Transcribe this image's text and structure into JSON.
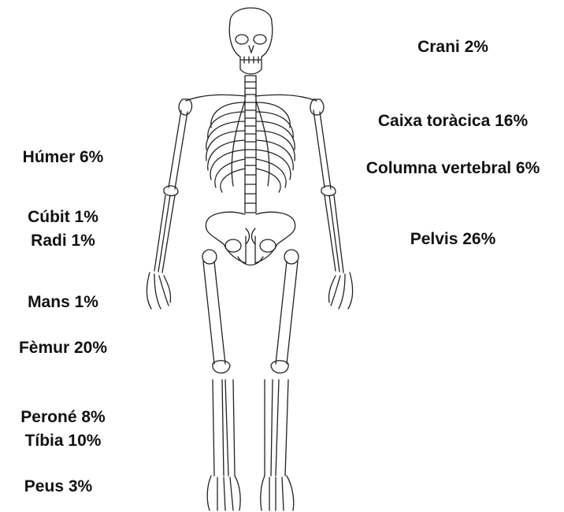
{
  "labels": {
    "crani": "Crani  2%",
    "caixa": "Caixa toràcica  16%",
    "columna": "Columna vertebral  6%",
    "pelvis": "Pelvis  26%",
    "humer": "Húmer  6%",
    "cubit": "Cúbit  1%",
    "radi": "Radi  1%",
    "mans": "Mans  1%",
    "femur": "Fèmur  20%",
    "perone": "Peroné  8%",
    "tibia": "Tíbia  10%",
    "peus": "Peus  3%"
  }
}
